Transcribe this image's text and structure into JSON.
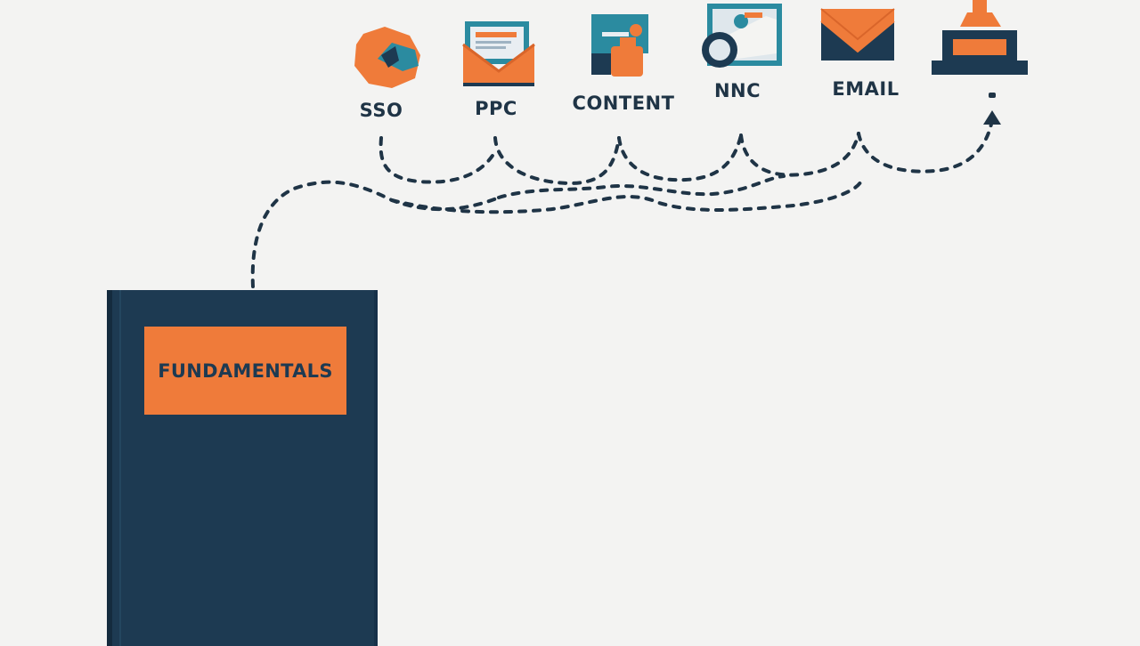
{
  "icons": [
    {
      "label": "SSO",
      "icon": "orange-globe-icon"
    },
    {
      "label": "PPC",
      "icon": "envelope-document-icon"
    },
    {
      "label": "CONTENT",
      "icon": "puzzle-content-icon"
    },
    {
      "label": "NNC",
      "icon": "image-magnifier-icon"
    },
    {
      "label": "EMAIL",
      "icon": "envelope-icon"
    },
    {
      "label": "",
      "icon": "podium-trophy-icon"
    }
  ],
  "book": {
    "title": "FUNDAMENTALS"
  },
  "colors": {
    "navy": "#1d3a52",
    "orange": "#ef7b3a",
    "teal": "#2b8ba0",
    "background": "#f3f3f2",
    "text": "#1f3446"
  }
}
